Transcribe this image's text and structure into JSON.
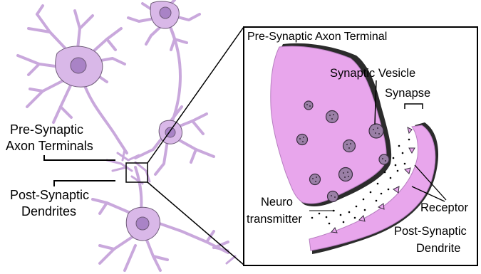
{
  "colors": {
    "cell_fill": "#d9b8e8",
    "cell_stroke": "#6e5a78",
    "nucleus_fill": "#a983c6",
    "terminal_fill": "#e8a6ec",
    "terminal_shadow": "#2b2b2b",
    "vesicle_fill": "#9a7fa6",
    "line": "#000000"
  },
  "labels": {
    "pre_terminals_line1": "Pre-Synaptic",
    "pre_terminals_line2": "Axon Terminals",
    "post_dendrites_line1": "Post-Synaptic",
    "post_dendrites_line2": "Dendrites",
    "inset_title": "Pre-Synaptic Axon Terminal",
    "synaptic_vesicle": "Synaptic Vesicle",
    "synapse": "Synapse",
    "neuro_line1": "Neuro",
    "neuro_line2": "transmitter",
    "receptor": "Receptor",
    "post_dendrite_line1": "Post-Synaptic",
    "post_dendrite_line2": "Dendrite"
  }
}
